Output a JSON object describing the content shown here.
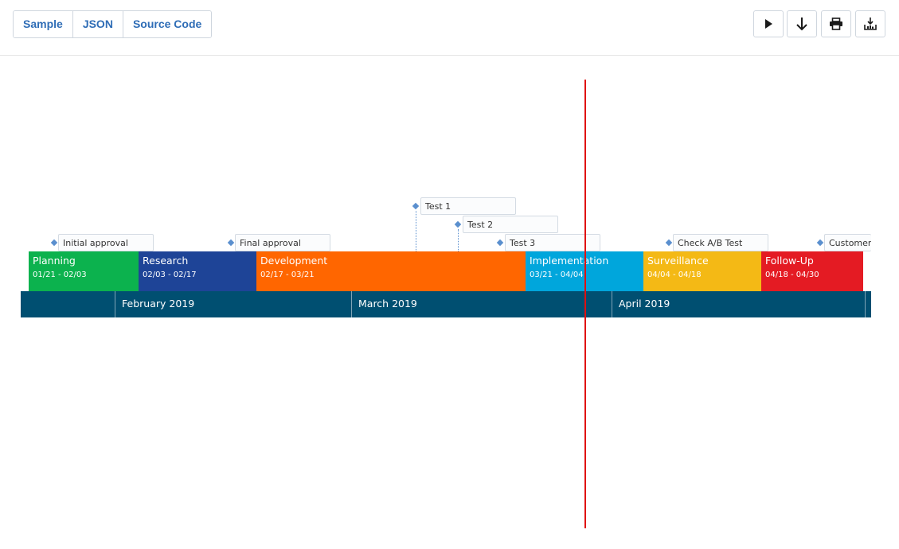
{
  "toolbar": {
    "tabs": [
      "Sample",
      "JSON",
      "Source Code"
    ],
    "buttons": [
      "play-icon",
      "download-arrow-icon",
      "print-icon",
      "export-icon"
    ]
  },
  "timeline": {
    "phases": [
      {
        "name": "Planning",
        "dates": "01/21 - 02/03",
        "color": "#0cb24e"
      },
      {
        "name": "Research",
        "dates": "02/03 - 02/17",
        "color": "#1e4497"
      },
      {
        "name": "Development",
        "dates": "02/17 - 03/21",
        "color": "#ff6600"
      },
      {
        "name": "Implementation",
        "dates": "03/21 - 04/04",
        "color": "#00a6dc"
      },
      {
        "name": "Surveillance",
        "dates": "04/04 - 04/18",
        "color": "#f4b915"
      },
      {
        "name": "Follow-Up",
        "dates": "04/18 - 04/30",
        "color": "#e41b23"
      }
    ],
    "months": [
      "February 2019",
      "March 2019",
      "April 2019"
    ],
    "milestones": [
      {
        "label": "Initial approval"
      },
      {
        "label": "Final approval"
      },
      {
        "label": "Test 1"
      },
      {
        "label": "Test 2"
      },
      {
        "label": "Test 3"
      },
      {
        "label": "Check A/B Test"
      },
      {
        "label": "Customer"
      }
    ],
    "axis_color": "#004f71",
    "cursor_color": "#e01010"
  }
}
